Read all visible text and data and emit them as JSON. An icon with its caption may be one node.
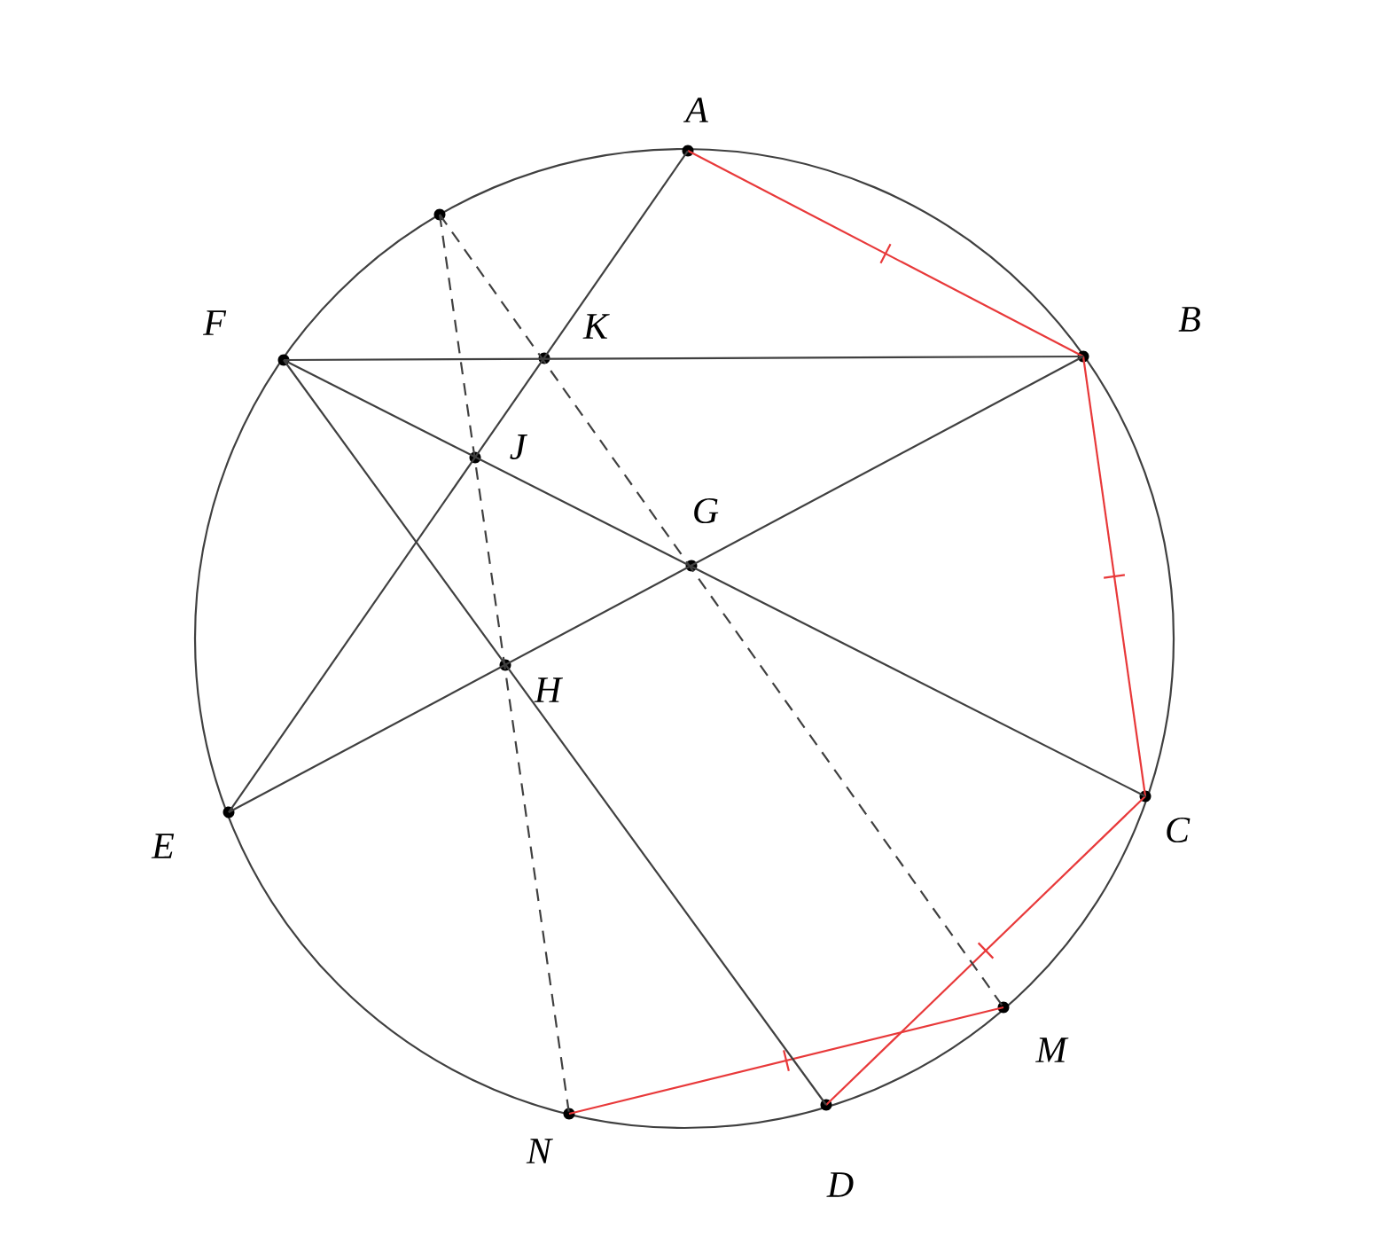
{
  "diagram": {
    "nodes": [
      {
        "text": [
          "A"
        ]
      },
      {
        "text": [
          "B"
        ]
      },
      {
        "text": [
          "C"
        ]
      },
      {
        "text": [
          "D"
        ]
      },
      {
        "text": [
          "E"
        ]
      },
      {
        "text": [
          "F"
        ]
      },
      {
        "text": [
          "G"
        ]
      },
      {
        "text": [
          "H"
        ]
      },
      {
        "text": [
          "J"
        ]
      },
      {
        "text": [
          "K"
        ]
      },
      {
        "text": [
          "M"
        ]
      },
      {
        "text": [
          "N"
        ]
      },
      {
        "text": [],
        "shape": "circle"
      }
    ],
    "edges": [
      {
        "from": 0,
        "to": 1,
        "arrow": "none",
        "color": "#e8393a"
      },
      {
        "from": 1,
        "to": 2,
        "arrow": "none",
        "color": "#e8393a"
      },
      {
        "from": 2,
        "to": 3,
        "arrow": "none",
        "color": "#e8393a"
      },
      {
        "from": 11,
        "to": 10,
        "arrow": "none",
        "color": "#e8393a"
      },
      {
        "from": 0,
        "to": 4,
        "arrow": "none"
      },
      {
        "from": 5,
        "to": 1,
        "arrow": "none"
      },
      {
        "from": 5,
        "to": 2,
        "arrow": "none"
      },
      {
        "from": 4,
        "to": 1,
        "arrow": "none"
      },
      {
        "from": 5,
        "to": 3,
        "arrow": "none"
      },
      {
        "from": 12,
        "to": 11,
        "arrow": "none",
        "style": "dashed"
      },
      {
        "from": 12,
        "to": 10,
        "arrow": "none",
        "style": "dashed"
      }
    ]
  }
}
